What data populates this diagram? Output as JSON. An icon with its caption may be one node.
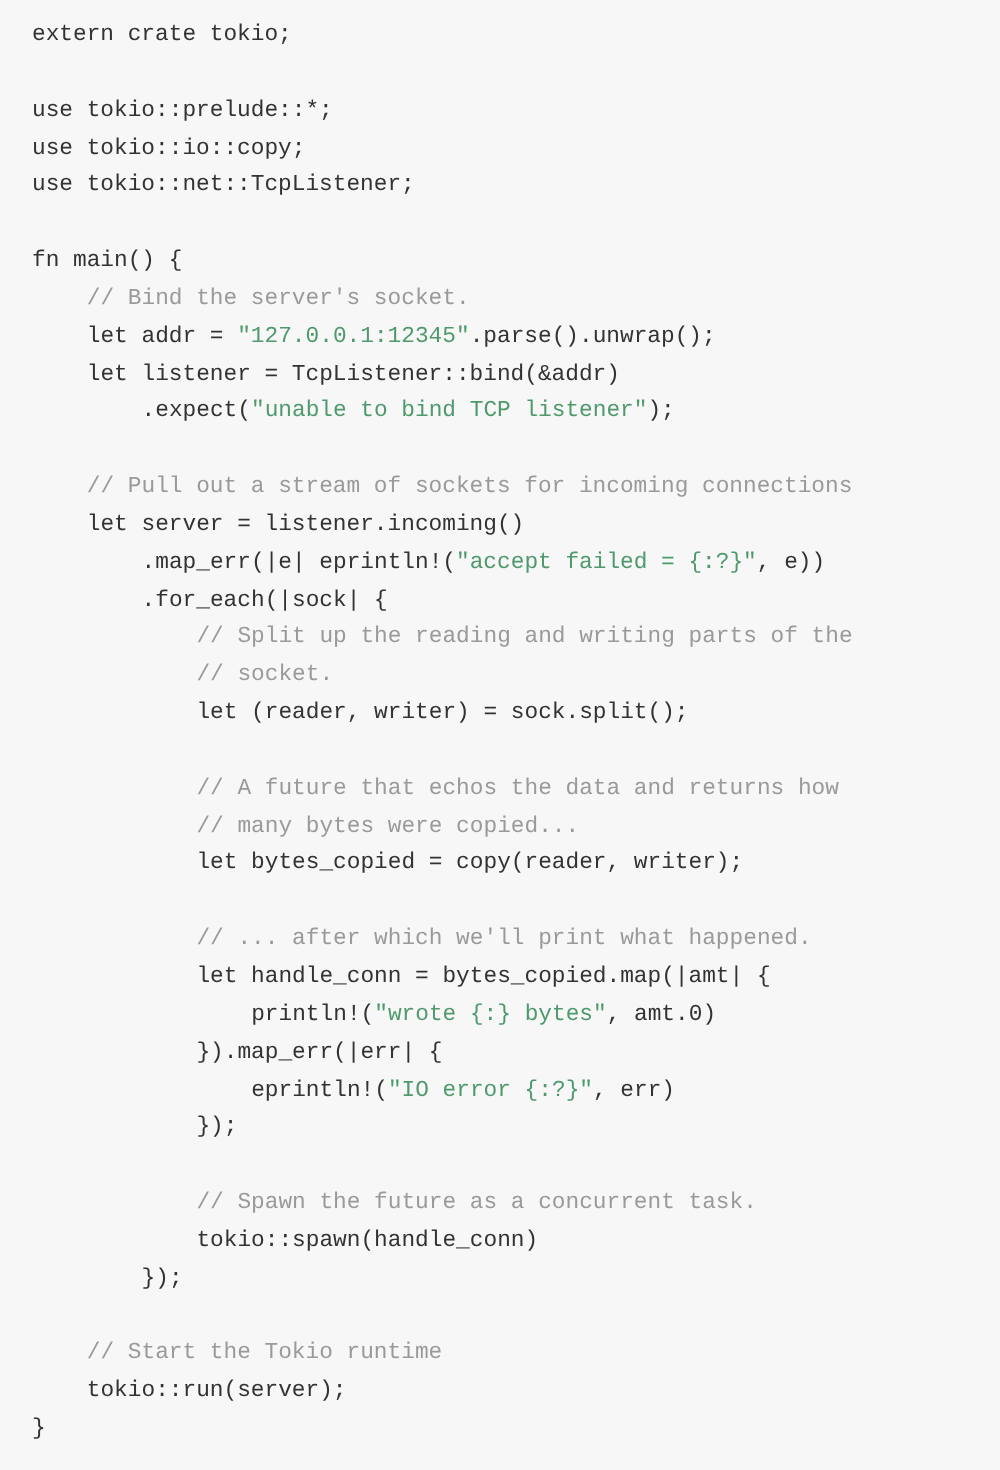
{
  "diagram": {
    "labels": [
      "extern crate tokio;",
      "use tokio::prelude::*;",
      "use tokio::io::copy;",
      "use tokio::net::TcpListener;",
      "fn main() {",
      "// Bind the server's socket.",
      "let addr = \"127.0.0.1:12345\".parse().unwrap();",
      "let listener = TcpListener::bind(&addr)",
      ".expect(\"unable to bind TCP listener\");",
      "// Pull out a stream of sockets for incoming connections",
      "let server = listener.incoming()",
      ".map_err(|e| eprintln!(\"accept failed = {:?}\", e))",
      ".for_each(|sock| {",
      "// Split up the reading and writing parts of the",
      "// socket.",
      "let (reader, writer) = sock.split();",
      "// A future that echos the data and returns how",
      "// many bytes were copied...",
      "let bytes_copied = copy(reader, writer);",
      "// ... after which we'll print what happened.",
      "let handle_conn = bytes_copied.map(|amt| {",
      "println!(\"wrote {:} bytes\", amt.0)",
      "}).map_err(|err| {",
      "eprintln!(\"IO error {:?}\", err)",
      "});",
      "// Spawn the future as a concurrent task.",
      "tokio::spawn(handle_conn)",
      "});",
      "// Start the Tokio runtime",
      "tokio::run(server);",
      "}"
    ]
  }
}
